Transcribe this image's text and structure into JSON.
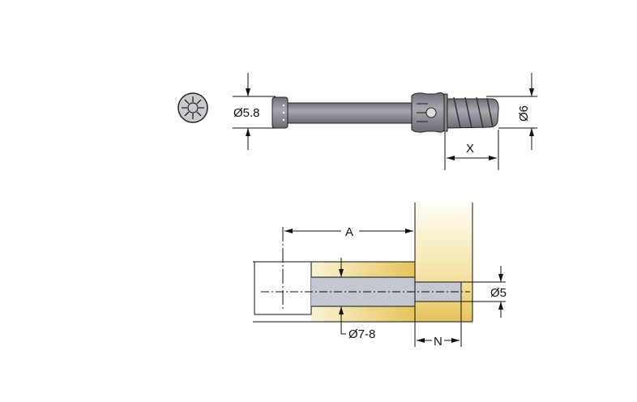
{
  "screw": {
    "head_diameter_label": "Ø5.8",
    "thread_diameter_label": "Ø6",
    "thread_length_label": "X"
  },
  "installation": {
    "distance_label": "A",
    "bore_diameter_label": "Ø7-8",
    "pilot_hole_diameter_label": "Ø5",
    "pilot_depth_label": "N"
  },
  "colors": {
    "wood": "#e8cc6a",
    "wood_light": "#fbf3d6",
    "metal": "#8e8e96",
    "hole": "#c5c8d0",
    "line": "#111111"
  }
}
